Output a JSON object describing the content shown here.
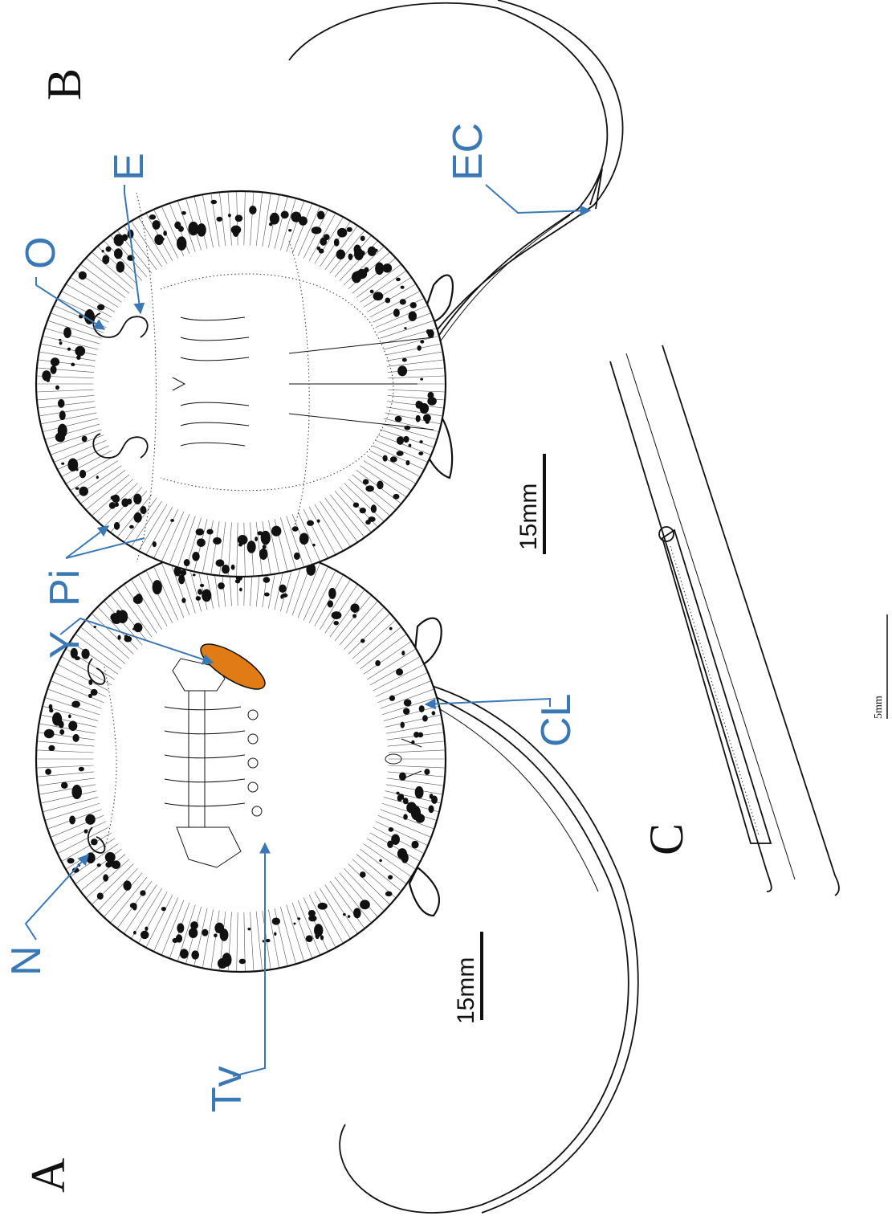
{
  "panels": {
    "a": "A",
    "b": "B",
    "c": "C"
  },
  "labels": {
    "n": "N",
    "tv": "Tv",
    "y": "Y",
    "cl": "CL",
    "pi": "Pi",
    "o": "O",
    "e": "E",
    "ec": "EC"
  },
  "scale_bars": {
    "a": "15mm",
    "b": "15mm",
    "c": "5mm"
  },
  "colors": {
    "highlight": "#e07b16",
    "callout": "#3a78b5",
    "ink": "#111111"
  }
}
